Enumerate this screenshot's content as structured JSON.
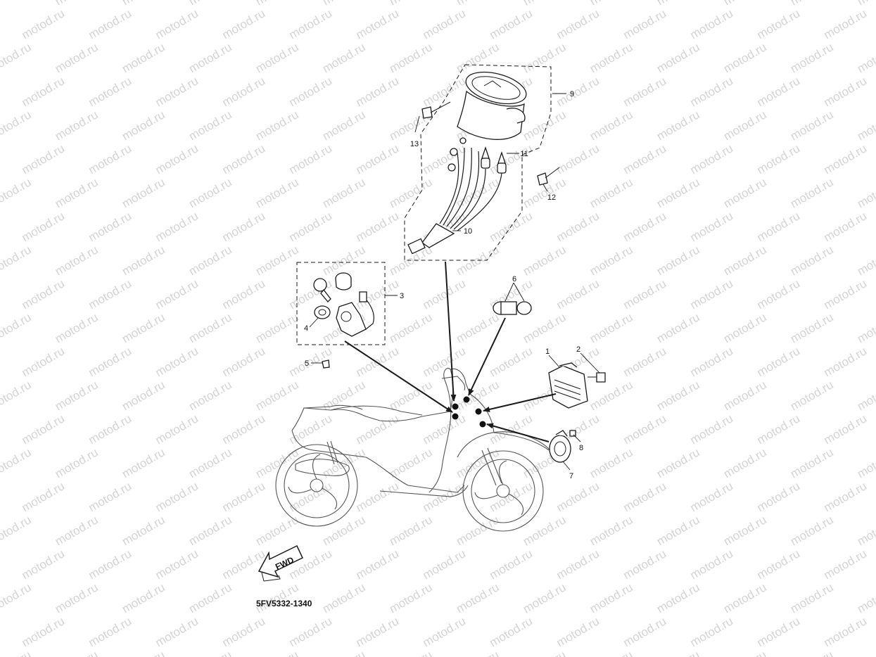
{
  "watermark": {
    "text": "motod.ru"
  },
  "diagram_code": "5FV5332-1340",
  "fwd_label": "FWD",
  "callouts": [
    {
      "id": "1",
      "label": "1"
    },
    {
      "id": "2",
      "label": "2"
    },
    {
      "id": "3",
      "label": "3"
    },
    {
      "id": "4",
      "label": "4"
    },
    {
      "id": "5",
      "label": "5"
    },
    {
      "id": "6",
      "label": "6"
    },
    {
      "id": "7",
      "label": "7"
    },
    {
      "id": "8",
      "label": "8"
    },
    {
      "id": "9",
      "label": "9"
    },
    {
      "id": "10",
      "label": "10"
    },
    {
      "id": "11",
      "label": "11"
    },
    {
      "id": "12",
      "label": "12"
    },
    {
      "id": "13",
      "label": "13"
    }
  ]
}
